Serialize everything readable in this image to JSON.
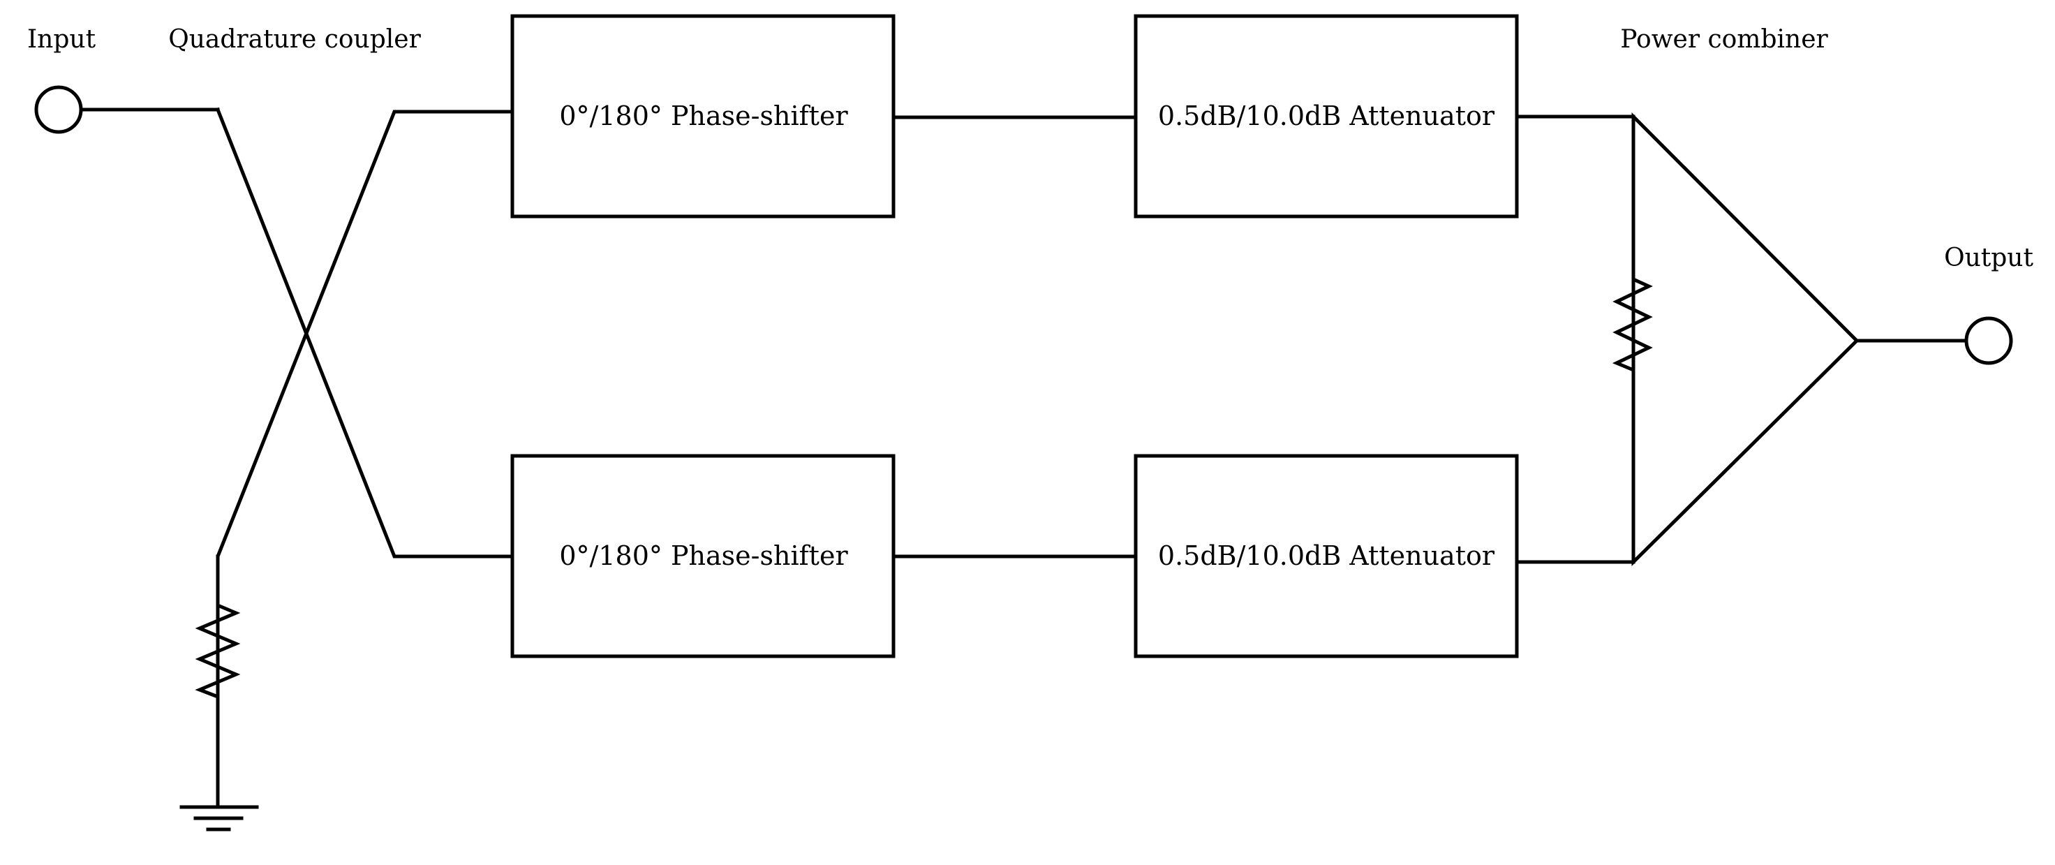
{
  "labels": {
    "input": "Input",
    "coupler": "Quadrature coupler",
    "combiner": "Power combiner",
    "output": "Output"
  },
  "blocks": {
    "phase_top": "0°/180° Phase-shifter",
    "phase_bottom": "0°/180° Phase-shifter",
    "atten_top": "0.5dB/10.0dB Attenuator",
    "atten_bottom": "0.5dB/10.0dB Attenuator"
  }
}
